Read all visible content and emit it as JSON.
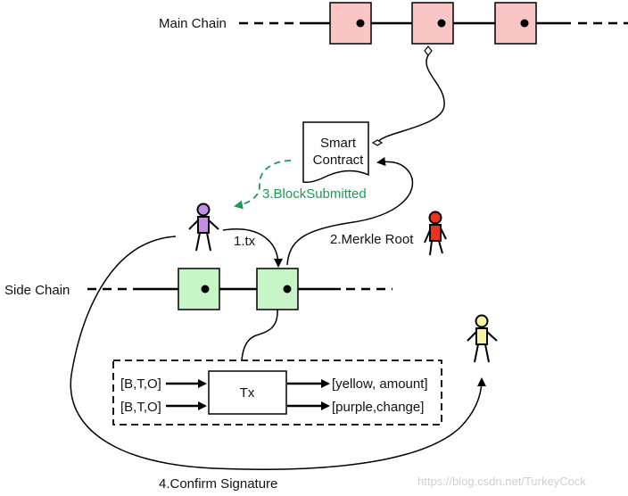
{
  "colors": {
    "main_block": "#f9c5c5",
    "side_block": "#c8f5c8",
    "green_arrow": "#1d9a55",
    "actor_purple": "#c48ee3",
    "actor_red": "#e8341c",
    "actor_yellow": "#f7f3a0",
    "line": "#000000"
  },
  "main_chain": {
    "label": "Main Chain",
    "block_count": 3
  },
  "side_chain": {
    "label": "Side Chain",
    "block_count": 2
  },
  "contract": {
    "line1": "Smart",
    "line2": "Contract"
  },
  "steps": {
    "tx": "1.tx",
    "merkle_root": "2.Merkle Root",
    "block_submitted": "3.BlockSubmitted",
    "confirm_signature": "4.Confirm Signature"
  },
  "transaction": {
    "center_label": "Tx",
    "inputs": [
      "[B,T,O]",
      "[B,T,O]"
    ],
    "outputs": [
      "[yellow, amount]",
      "[purple,change]"
    ]
  },
  "icons": {
    "actor_purple": "person-icon",
    "actor_red": "person-icon",
    "actor_yellow": "person-icon",
    "contract": "document-icon"
  },
  "watermark": "https://blog.csdn.net/TurkeyCock"
}
